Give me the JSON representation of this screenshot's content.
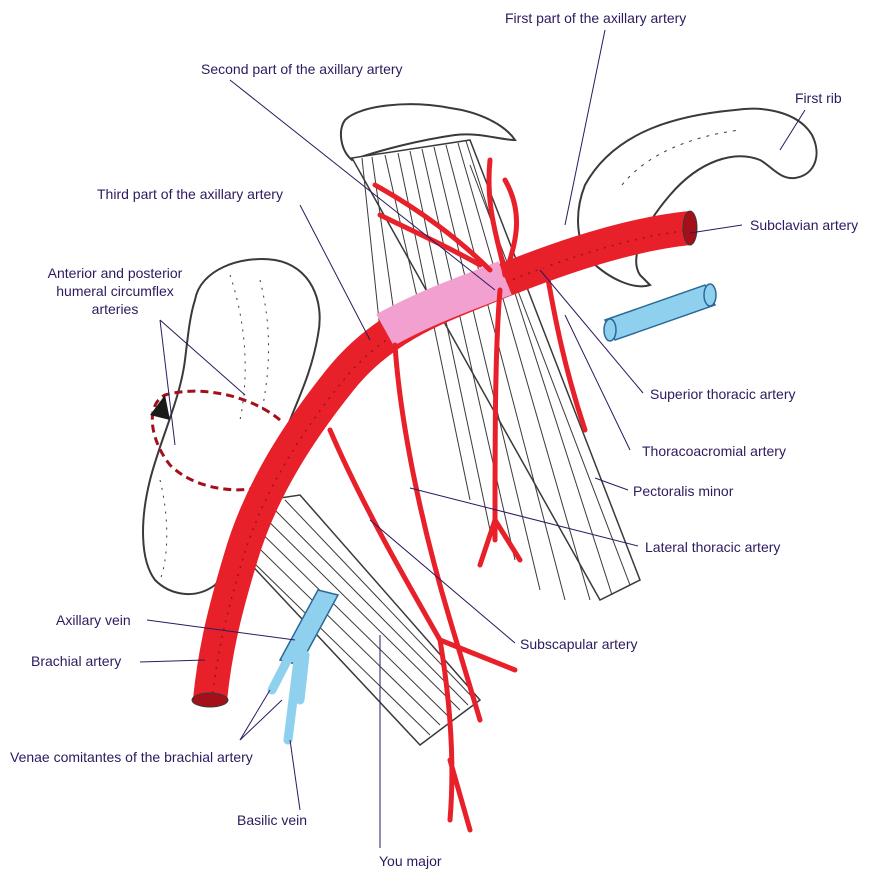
{
  "labels": {
    "first_part_axillary": "First part of the axillary artery",
    "second_part_axillary": "Second part of the axillary artery",
    "first_rib": "First rib",
    "third_part_axillary": "Third part of the axillary artery",
    "subclavian_artery": "Subclavian artery",
    "humeral_circumflex_line1": "Anterior and posterior",
    "humeral_circumflex_line2": "humeral circumflex",
    "humeral_circumflex_line3": "arteries",
    "superior_thoracic": "Superior thoracic artery",
    "thoracoacromial": "Thoracoacromial artery",
    "pectoralis_minor": "Pectoralis minor",
    "lateral_thoracic": "Lateral thoracic artery",
    "subscapular": "Subscapular artery",
    "axillary_vein": "Axillary vein",
    "brachial_artery": "Brachial artery",
    "venae_comitantes": "Venae comitantes of the brachial artery",
    "basilic_vein": "Basilic vein",
    "teres_major": "You major"
  },
  "colors": {
    "artery": "#e8202a",
    "artery_dark": "#a3101a",
    "artery_second_part": "#f2a0cf",
    "vein": "#8fd0ee",
    "vein_dark": "#2a6a96",
    "outline": "#3a3a3a",
    "label_text": "#2d1a5e"
  }
}
